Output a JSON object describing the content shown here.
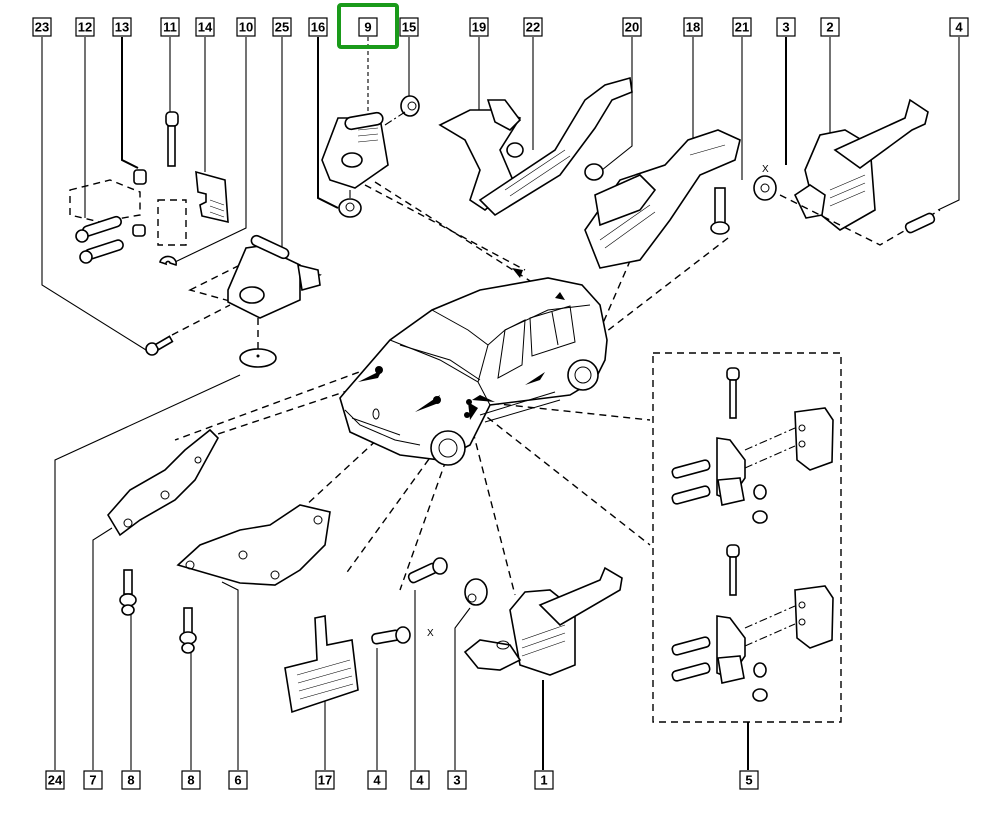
{
  "diagram": {
    "type": "exploded-parts-view",
    "subject": "door hinges and door check straps",
    "highlighted_callout": "9",
    "highlight_color": "#1a9a1a",
    "top_callouts": [
      "23",
      "12",
      "13",
      "11",
      "14",
      "10",
      "25",
      "16",
      "9",
      "15",
      "19",
      "22",
      "20",
      "18",
      "21",
      "3",
      "2",
      "4"
    ],
    "bottom_callouts": [
      "24",
      "7",
      "8",
      "8",
      "6",
      "17",
      "4",
      "4",
      "3",
      "1",
      "5"
    ],
    "dimension_marks": [
      "X",
      "X"
    ]
  }
}
